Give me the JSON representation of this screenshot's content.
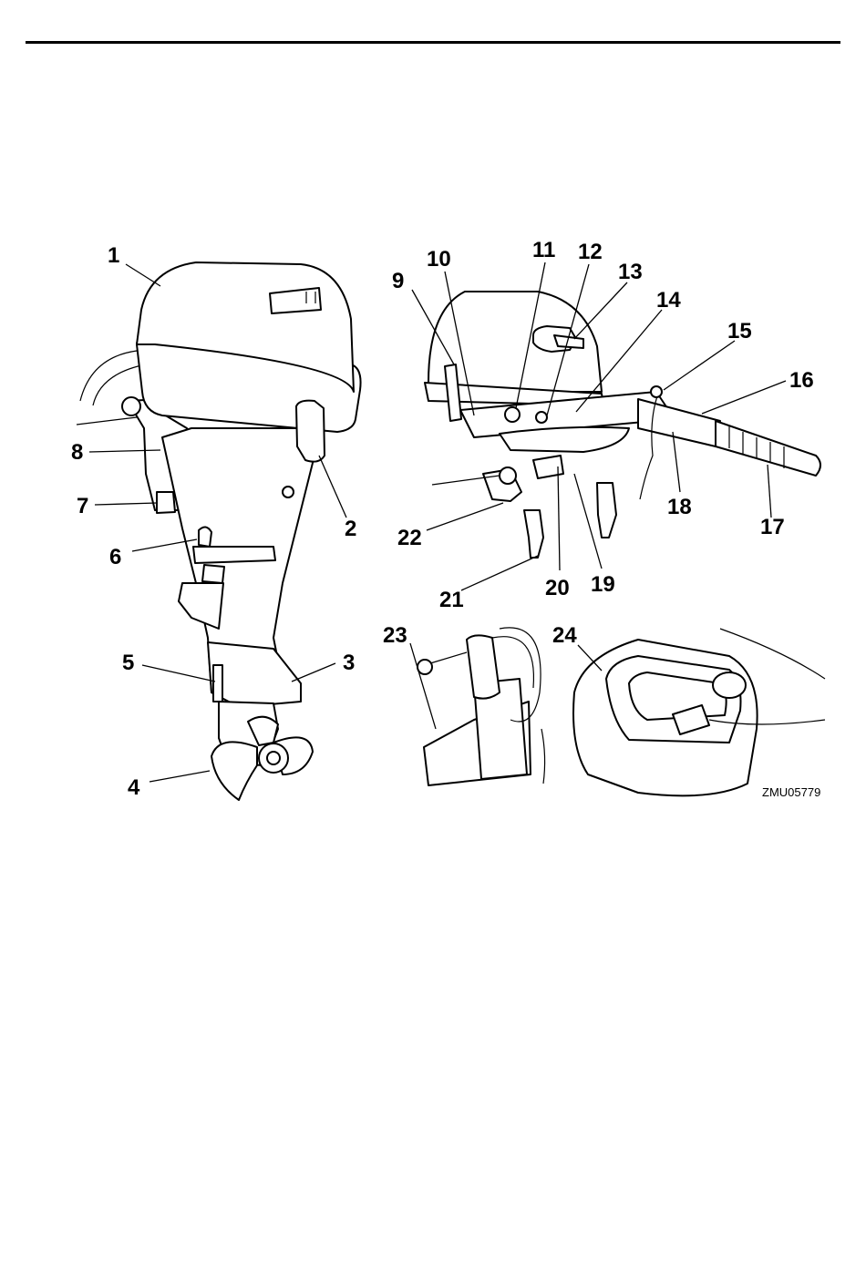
{
  "diagram": {
    "code": "ZMU05779",
    "callouts": [
      {
        "id": "1",
        "label": "1"
      },
      {
        "id": "2",
        "label": "2"
      },
      {
        "id": "3",
        "label": "3"
      },
      {
        "id": "4",
        "label": "4"
      },
      {
        "id": "5",
        "label": "5"
      },
      {
        "id": "6",
        "label": "6"
      },
      {
        "id": "7",
        "label": "7"
      },
      {
        "id": "8",
        "label": "8"
      },
      {
        "id": "9",
        "label": "9"
      },
      {
        "id": "10",
        "label": "10"
      },
      {
        "id": "11",
        "label": "11"
      },
      {
        "id": "12",
        "label": "12"
      },
      {
        "id": "13",
        "label": "13"
      },
      {
        "id": "14",
        "label": "14"
      },
      {
        "id": "15",
        "label": "15"
      },
      {
        "id": "16",
        "label": "16"
      },
      {
        "id": "17",
        "label": "17"
      },
      {
        "id": "18",
        "label": "18"
      },
      {
        "id": "19",
        "label": "19"
      },
      {
        "id": "20",
        "label": "20"
      },
      {
        "id": "21",
        "label": "21"
      },
      {
        "id": "22",
        "label": "22"
      },
      {
        "id": "23",
        "label": "23"
      },
      {
        "id": "24",
        "label": "24"
      }
    ]
  }
}
